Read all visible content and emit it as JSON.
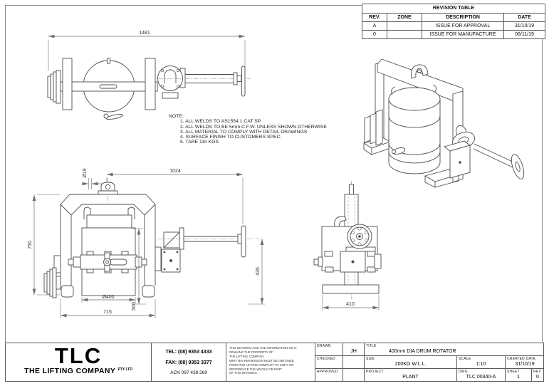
{
  "revision_table": {
    "title": "REVISION TABLE",
    "columns": [
      "REV.",
      "ZONE",
      "DESCRIPTION",
      "DATE"
    ],
    "rows": [
      {
        "rev": "A",
        "zone": "",
        "description": "ISSUE FOR APPROVAL",
        "date": "31/10/19"
      },
      {
        "rev": "0",
        "zone": "",
        "description": "ISSUE FOR MANUFACTURE",
        "date": "06/11/19"
      }
    ]
  },
  "notes": {
    "heading": "NOTE:",
    "items": [
      "1. ALL WELDS TO AS1554.1 CAT SP",
      "2. ALL WELDS TO BE 5mm C.F.W. UNLESS SHOWN OTHERWISE",
      "3. ALL MATERIAL TO COMPLY WITH DETAIL DRAWINGS",
      "4. SURFACE FINISH TO CUSTOMERS SPEC.",
      "5. TARE 110 KGS"
    ]
  },
  "dims": {
    "plan_overall": "1481",
    "frame_height": "750",
    "eye_hole_dia": "Ø19",
    "handwheel_reach": "1024",
    "drum_dia": "Ø400",
    "drum_depth": "500",
    "frame_width": "715",
    "shaft_height": "435",
    "base_width": "410"
  },
  "company": {
    "logo": "TLC",
    "name": "THE LIFTING COMPANY",
    "suffix": "PTY LTD",
    "tel": "TEL: (08) 9353 4333",
    "fax": "FAX: (08) 9353 3377",
    "acn": "ACN 097 438 269",
    "disclaimer": [
      "THIS DRAWING AND THE INFORMATION ON IT",
      "REMAING THE PROPERTY OF",
      "THE LIFTING COMPANY.",
      "WRITTEN PERMISSION MUST BE OBTAINED",
      "FROM THE LIFTING COMPANY TO COPY OR",
      "REPRODUCE THE WHOLE OR PART",
      "OF THIS DRAWING."
    ]
  },
  "title_block": {
    "drawn_label": "DRAWN",
    "drawn_value": "JH",
    "checked_label": "CHECKED",
    "checked_value": "",
    "approved_label": "APPROVED",
    "approved_value": "",
    "title_label": "TITLE",
    "title_value": "400mm DIA DRUM ROTATOR",
    "size_label": "SIZE",
    "size_value": "200KG W.L.L.",
    "project_label": "PROJECT",
    "project_value": "PLANT",
    "scale_label": "SCALE",
    "scale_value": "1:10",
    "created_label": "CREATED DATE",
    "created_value": "31/10/19",
    "dwg_label": "DWG",
    "dwg_value": "TLC 00340-A",
    "sheet_label": "SHEET",
    "sheet_value": "1",
    "rev_label": "REV",
    "rev_value": "0"
  }
}
